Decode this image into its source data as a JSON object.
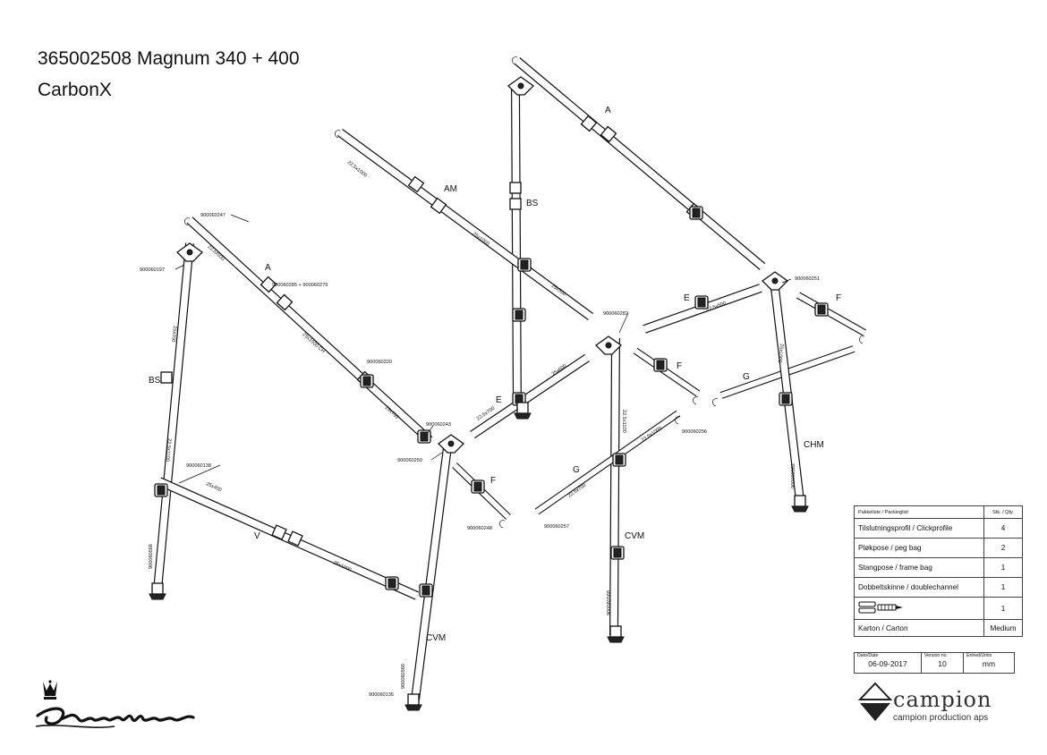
{
  "title": {
    "line1": "365002508 Magnum 340 + 400",
    "line2": "CarbonX"
  },
  "diagram": {
    "part_labels": [
      "A",
      "AM",
      "BS",
      "E",
      "F",
      "V",
      "CVM",
      "CHM",
      "G"
    ],
    "part_numbers": [
      "900060247",
      "900060197",
      "900060285 + 900060279",
      "900060320",
      "900060243",
      "900060250",
      "900060138",
      "900060248",
      "900060135",
      "900060282",
      "900060251",
      "900060256",
      "900060257"
    ],
    "dimension_labels": [
      "22,5x1000",
      "25x1000",
      "25x500",
      "22,5x500",
      "25x1000 CH",
      "25x700",
      "22,5x700",
      "25x600",
      "22,5x500",
      "22,5x1100",
      "25x700",
      "22,5x1100",
      "22,5x700",
      "22,5x1000",
      "25x1000",
      "25x400",
      "25x1000"
    ],
    "side_markings": [
      "900060566",
      "900060566",
      "900060568",
      "900060562"
    ]
  },
  "packing_list": {
    "header_desc": "Pakkeliste / Packinglist",
    "header_qty": "Stk. / Qty.",
    "rows": [
      {
        "desc": "Tilslutningsprofil / Clickprofile",
        "qty": "4"
      },
      {
        "desc": "Pløkpose / peg bag",
        "qty": "2"
      },
      {
        "desc": "Stangpose / frame bag",
        "qty": "1"
      },
      {
        "desc": "Dobbeltskinne / doublechannel",
        "qty": "1"
      },
      {
        "desc": "",
        "qty": "1",
        "icon": "double-channel-icon"
      },
      {
        "desc": "Karton / Carton",
        "qty": "Medium"
      }
    ]
  },
  "meta": {
    "date_label": "Dato/Date",
    "date": "06-09-2017",
    "version_label": "Version no.",
    "version": "10",
    "unit_label": "Enhed/Units",
    "unit": "mm"
  },
  "logos": {
    "isabella": "Isabella",
    "campion": "campion",
    "campion_sub": "campion production aps"
  }
}
